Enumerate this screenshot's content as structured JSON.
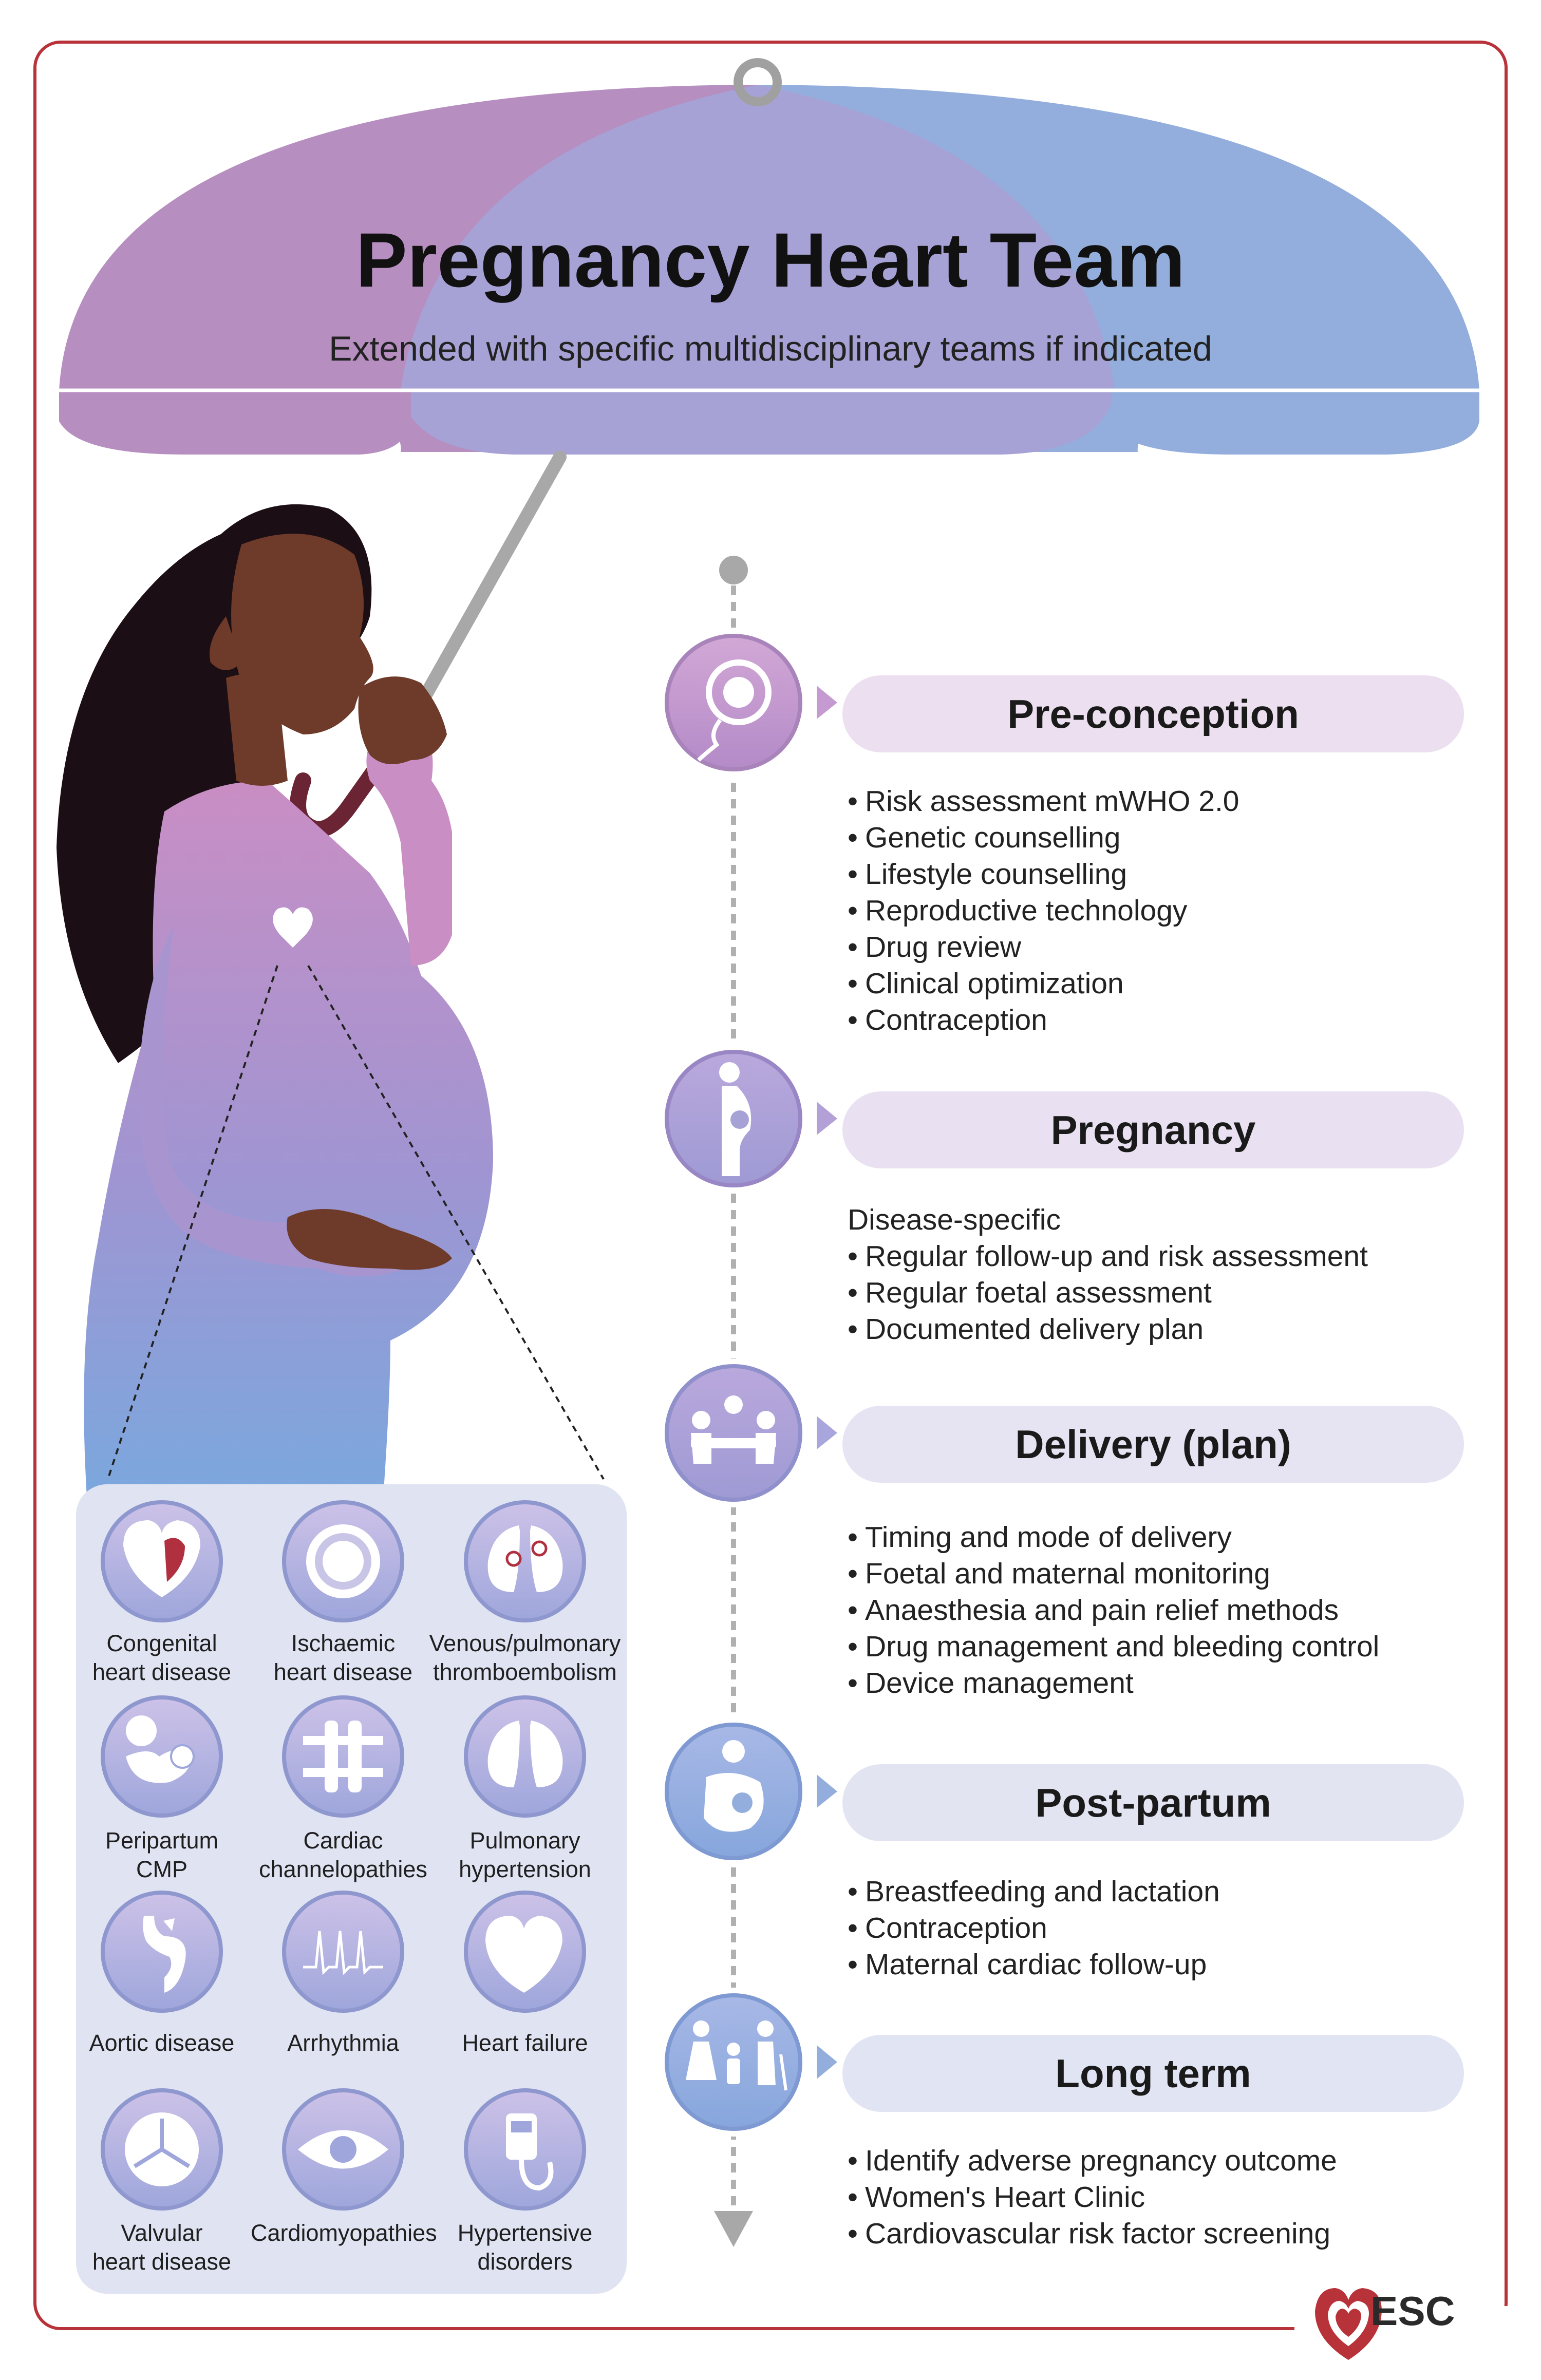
{
  "header": {
    "title": "Pregnancy Heart Team",
    "subtitle": "Extended with specific multidisciplinary teams if indicated"
  },
  "stages": [
    {
      "label": "Pre-conception",
      "icon": "sperm-egg-icon",
      "items": [
        "Risk assessment mWHO 2.0",
        "Genetic counselling",
        "Lifestyle counselling",
        "Reproductive technology",
        "Drug review",
        "Clinical optimization",
        "Contraception"
      ]
    },
    {
      "label": "Pregnancy",
      "icon": "pregnant-woman-icon",
      "lead": "Disease-specific",
      "items": [
        "Regular follow-up and risk assessment",
        "Regular foetal assessment",
        "Documented delivery plan"
      ]
    },
    {
      "label": "Delivery (plan)",
      "icon": "team-meeting-icon",
      "items": [
        "Timing and mode of delivery",
        "Foetal and maternal monitoring",
        "Anaesthesia and pain relief methods",
        "Drug management and bleeding control",
        "Device management"
      ]
    },
    {
      "label": "Post-partum",
      "icon": "breastfeeding-icon",
      "items": [
        "Breastfeeding and lactation",
        "Contraception",
        "Maternal cardiac follow-up"
      ]
    },
    {
      "label": "Long term",
      "icon": "family-icon",
      "items": [
        "Identify adverse pregnancy outcome",
        "Women's Heart Clinic",
        "Cardiovascular risk factor screening"
      ]
    }
  ],
  "conditions": [
    {
      "line1": "Congenital",
      "line2": "heart disease",
      "icon": "congenital-heart-icon"
    },
    {
      "line1": "Ischaemic",
      "line2": "heart disease",
      "icon": "artery-cross-section-icon"
    },
    {
      "line1": "Venous/pulmonary",
      "line2": "thromboembolism",
      "icon": "lungs-embolism-icon"
    },
    {
      "line1": "Peripartum",
      "line2": "CMP",
      "icon": "mother-baby-icon"
    },
    {
      "line1": "Cardiac",
      "line2": "channelopathies",
      "icon": "ion-channel-icon"
    },
    {
      "line1": "Pulmonary",
      "line2": "hypertension",
      "icon": "lungs-icon"
    },
    {
      "line1": "Aortic disease",
      "line2": "",
      "icon": "aorta-icon"
    },
    {
      "line1": "Arrhythmia",
      "line2": "",
      "icon": "ecg-icon"
    },
    {
      "line1": "Heart failure",
      "line2": "",
      "icon": "heart-icon"
    },
    {
      "line1": "Valvular",
      "line2": "heart disease",
      "icon": "valve-icon"
    },
    {
      "line1": "Cardiomyopathies",
      "line2": "",
      "icon": "cardiomyopathy-icon"
    },
    {
      "line1": "Hypertensive",
      "line2": "disorders",
      "icon": "blood-pressure-monitor-icon"
    }
  ],
  "logo": {
    "text": "ESC",
    "icon": "esc-heart-logo-icon"
  },
  "colors": {
    "frame": "#b8323a",
    "umbrella_pink": "#b68ec0",
    "umbrella_blue": "#93aedc",
    "panel": "#e0e3f2",
    "label_pill": "#ecdff0",
    "skin": "#6e3a2a",
    "hair": "#1b0e14"
  }
}
